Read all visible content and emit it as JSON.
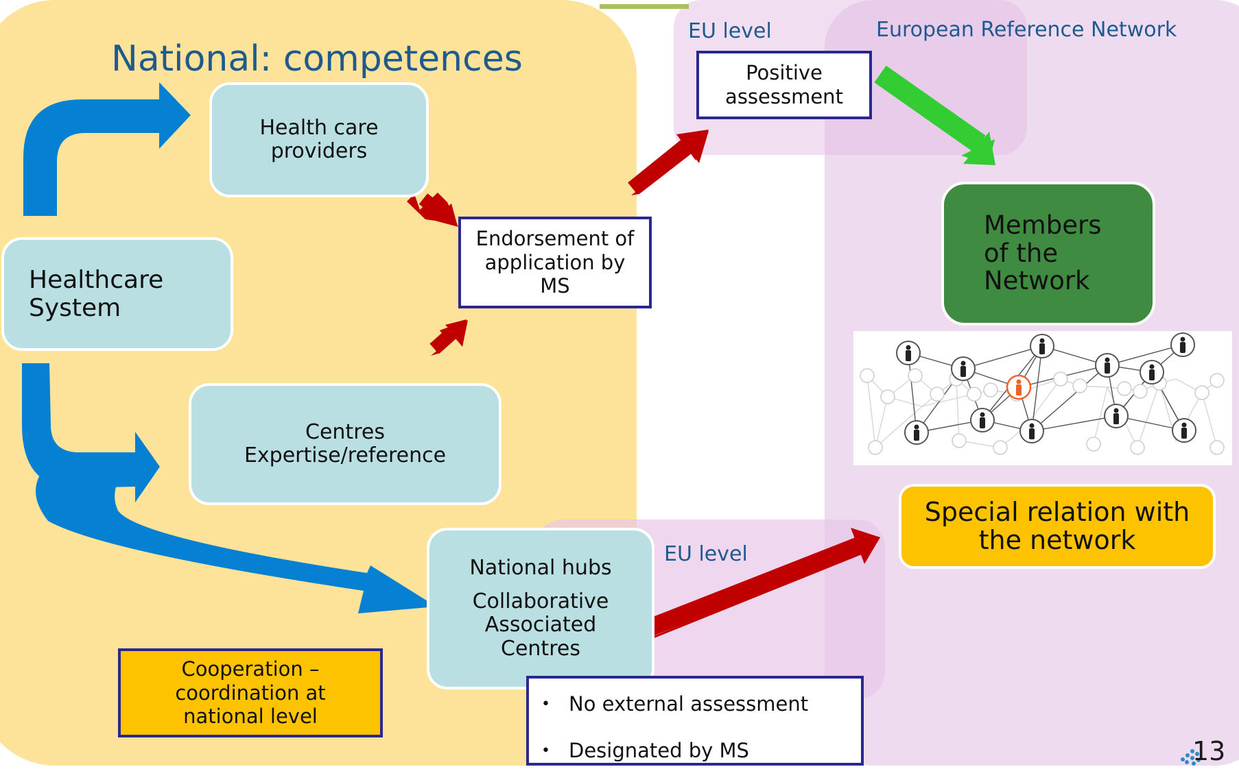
{
  "regions": {
    "national_title": "National: competences",
    "eu_level_top": "EU level",
    "ern_title": "European Reference Network",
    "eu_level_bottom": "EU level"
  },
  "nodes": {
    "health_care_providers": [
      "Health care",
      "providers"
    ],
    "healthcare_system": [
      "Healthcare",
      "System"
    ],
    "centres": [
      "Centres",
      "Expertise/reference"
    ],
    "national_hubs_title": "National hubs",
    "national_hubs_sub": [
      "Collaborative",
      "Associated",
      "Centres"
    ],
    "endorsement": [
      "Endorsement of",
      "application by",
      "MS"
    ],
    "positive_assessment": [
      "Positive",
      "assessment"
    ],
    "members": [
      "Members",
      "of the",
      "Network"
    ],
    "special_relation": [
      "Special relation with",
      "the network"
    ],
    "cooperation": [
      "Cooperation –",
      "coordination at",
      "national level"
    ]
  },
  "external_list": [
    "No external assessment",
    "Designated by MS"
  ],
  "page_number": "13",
  "colors": {
    "national_bg": "#fde399",
    "eu_bg": "#e8c8e8",
    "light_blue_box": "#badfe3",
    "navy_border": "#2a2790",
    "title_blue": "#1f5a8f",
    "blue_arrow": "#0580d2",
    "red_arrow": "#c00000",
    "green_arrow": "#33cc33",
    "members_green": "#3f8b41",
    "gold": "#fdc300",
    "highlight_person": "#f0622a"
  }
}
